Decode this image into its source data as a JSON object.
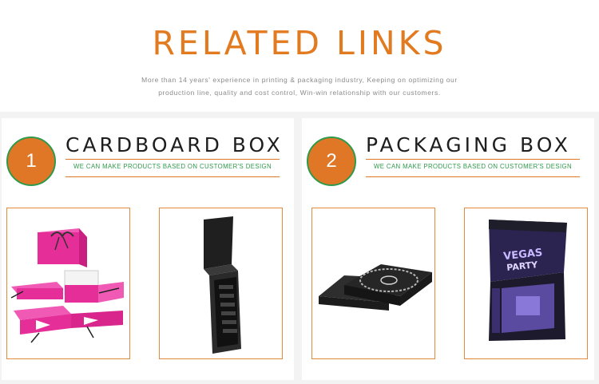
{
  "header": {
    "title": "RELATED LINKS",
    "subtitle_line1": "More than 14 years' experience in printing & packaging industry, Keeping on optimizing our",
    "subtitle_line2": "production line, quality and cost control, Win-win relationship with our customers."
  },
  "cards": [
    {
      "number": "1",
      "title": "CARDBOARD BOX",
      "tagline": "WE CAN MAKE PRODUCTS BASED ON CUSTOMER'S DESIGN",
      "images": [
        "pink-folding-gift-box-image",
        "black-magnetic-vial-box-image"
      ]
    },
    {
      "number": "2",
      "title": "PACKAGING BOX",
      "tagline": "WE CAN MAKE PRODUCTS BASED ON CUSTOMER'S DESIGN",
      "images": [
        "black-lid-base-box-image",
        "vegas-party-printed-box-image"
      ]
    }
  ],
  "colors": {
    "accent_orange": "#e27a20",
    "accent_green": "#2e9a4b",
    "frame_border": "#e58a3a",
    "magenta": "#e62e99",
    "black_box": "#2a2a2a"
  }
}
